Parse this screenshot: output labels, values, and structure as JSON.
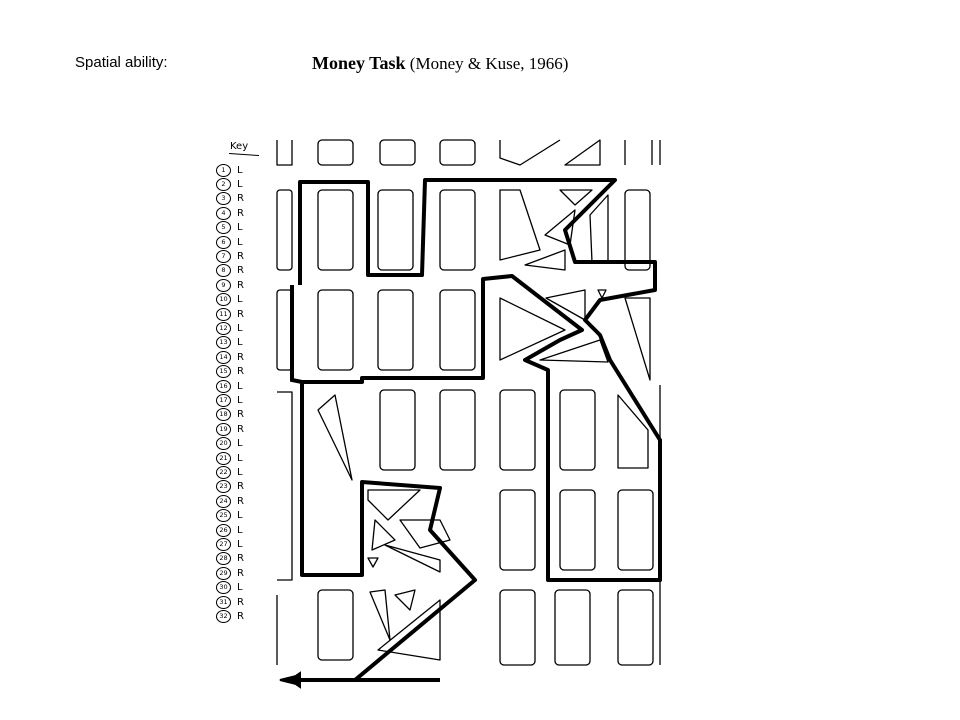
{
  "label": "Spatial ability:",
  "title_main": "Money Task",
  "title_citation": "(Money & Kuse, 1966)",
  "key": {
    "title": "Key",
    "entries": [
      {
        "n": "1",
        "d": "L"
      },
      {
        "n": "2",
        "d": "L"
      },
      {
        "n": "3",
        "d": "R"
      },
      {
        "n": "4",
        "d": "R"
      },
      {
        "n": "5",
        "d": "L"
      },
      {
        "n": "6",
        "d": "L"
      },
      {
        "n": "7",
        "d": "R"
      },
      {
        "n": "8",
        "d": "R"
      },
      {
        "n": "9",
        "d": "R"
      },
      {
        "n": "10",
        "d": "L"
      },
      {
        "n": "11",
        "d": "R"
      },
      {
        "n": "12",
        "d": "L"
      },
      {
        "n": "13",
        "d": "L"
      },
      {
        "n": "14",
        "d": "R"
      },
      {
        "n": "15",
        "d": "R"
      },
      {
        "n": "16",
        "d": "L"
      },
      {
        "n": "17",
        "d": "L"
      },
      {
        "n": "18",
        "d": "R"
      },
      {
        "n": "19",
        "d": "R"
      },
      {
        "n": "20",
        "d": "L"
      },
      {
        "n": "21",
        "d": "L"
      },
      {
        "n": "22",
        "d": "L"
      },
      {
        "n": "23",
        "d": "R"
      },
      {
        "n": "24",
        "d": "R"
      },
      {
        "n": "25",
        "d": "L"
      },
      {
        "n": "26",
        "d": "L"
      },
      {
        "n": "27",
        "d": "L"
      },
      {
        "n": "28",
        "d": "R"
      },
      {
        "n": "29",
        "d": "R"
      },
      {
        "n": "30",
        "d": "L"
      },
      {
        "n": "31",
        "d": "R"
      },
      {
        "n": "32",
        "d": "R"
      }
    ]
  }
}
